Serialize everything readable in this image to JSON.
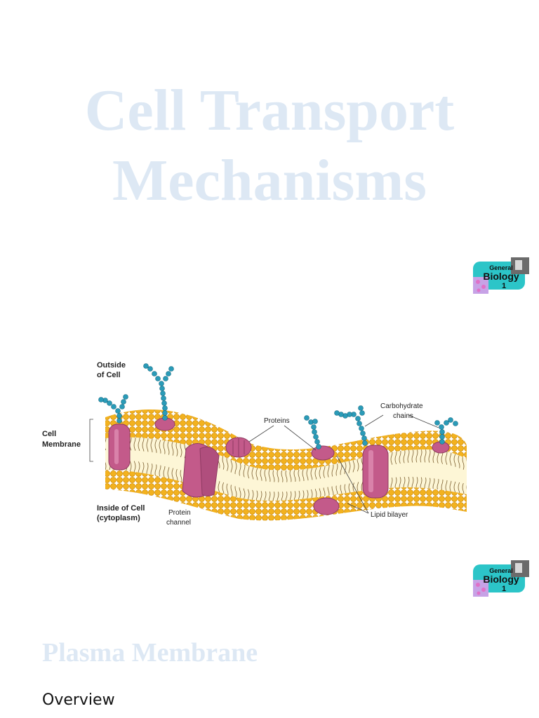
{
  "document": {
    "title_line1": "Cell Transport",
    "title_line2": "Mechanisms",
    "section_heading": "Plasma Membrane",
    "subheading": "Overview"
  },
  "badge": {
    "line1": "General",
    "line2": "Biology",
    "line3": "1"
  },
  "diagram": {
    "labels": {
      "outside_line1": "Outside",
      "outside_line2": "of Cell",
      "membrane_line1": "Cell",
      "membrane_line2": "Membrane",
      "inside_line1": "Inside of Cell",
      "inside_line2": "(cytoplasm)",
      "channel_line1": "Protein",
      "channel_line2": "channel",
      "proteins": "Proteins",
      "carbohydrate_line1": "Carbohydrate",
      "carbohydrate_line2": "chains",
      "lipid": "Lipid bilayer"
    },
    "colors": {
      "lipid_head": "#f3b21e",
      "protein": "#c35a8a",
      "carbohydrate": "#2a9bb8",
      "interior": "#fdf6d6"
    }
  }
}
